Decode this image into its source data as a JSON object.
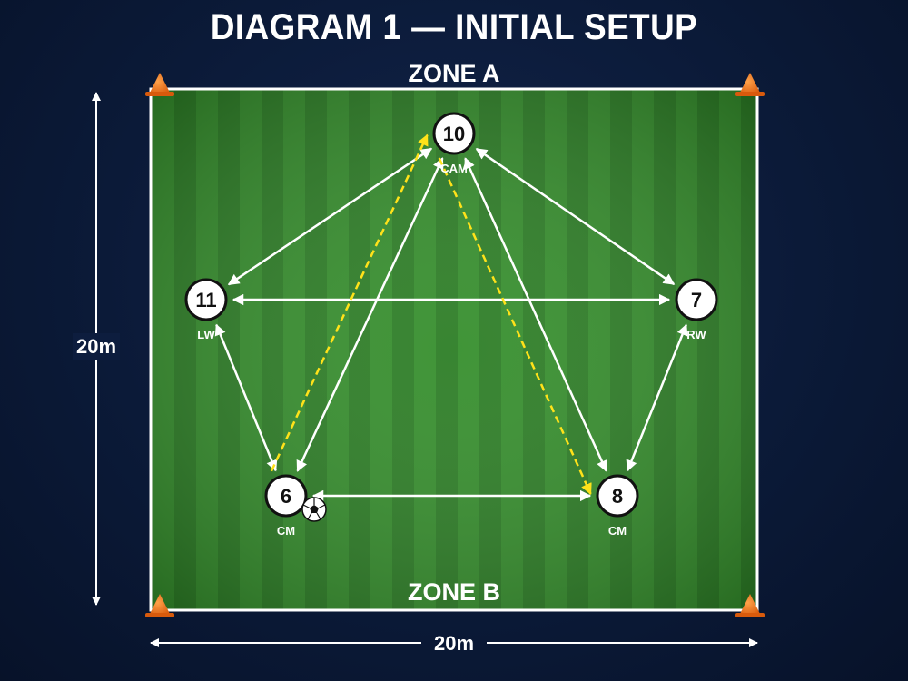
{
  "title": "DIAGRAM 1 — INITIAL SETUP",
  "zones": {
    "top": "ZONE A",
    "bottom": "ZONE B"
  },
  "dimensions": {
    "vertical": "20m",
    "horizontal": "20m"
  },
  "players": [
    {
      "id": "p10",
      "number": "10",
      "role": "CAM"
    },
    {
      "id": "p11",
      "number": "11",
      "role": "LW"
    },
    {
      "id": "p7",
      "number": "7",
      "role": "RW"
    },
    {
      "id": "p6",
      "number": "6",
      "role": "CM"
    },
    {
      "id": "p8",
      "number": "8",
      "role": "CM"
    }
  ],
  "ball_holder": "p6",
  "passing_links": [
    [
      "p10",
      "p11"
    ],
    [
      "p10",
      "p7"
    ],
    [
      "p11",
      "p7"
    ],
    [
      "p11",
      "p6"
    ],
    [
      "p7",
      "p8"
    ],
    [
      "p6",
      "p8"
    ],
    [
      "p6",
      "p10"
    ],
    [
      "p8",
      "p10"
    ]
  ],
  "runs": [
    [
      "p6",
      "p10"
    ],
    [
      "p10",
      "p8"
    ]
  ],
  "colors": {
    "pitch_dark": "#2a7a24",
    "pitch_light": "#3a9a2e",
    "lines": "#ffffff",
    "run_arrow": "#ffe21a",
    "cone": "#f07a1e"
  }
}
